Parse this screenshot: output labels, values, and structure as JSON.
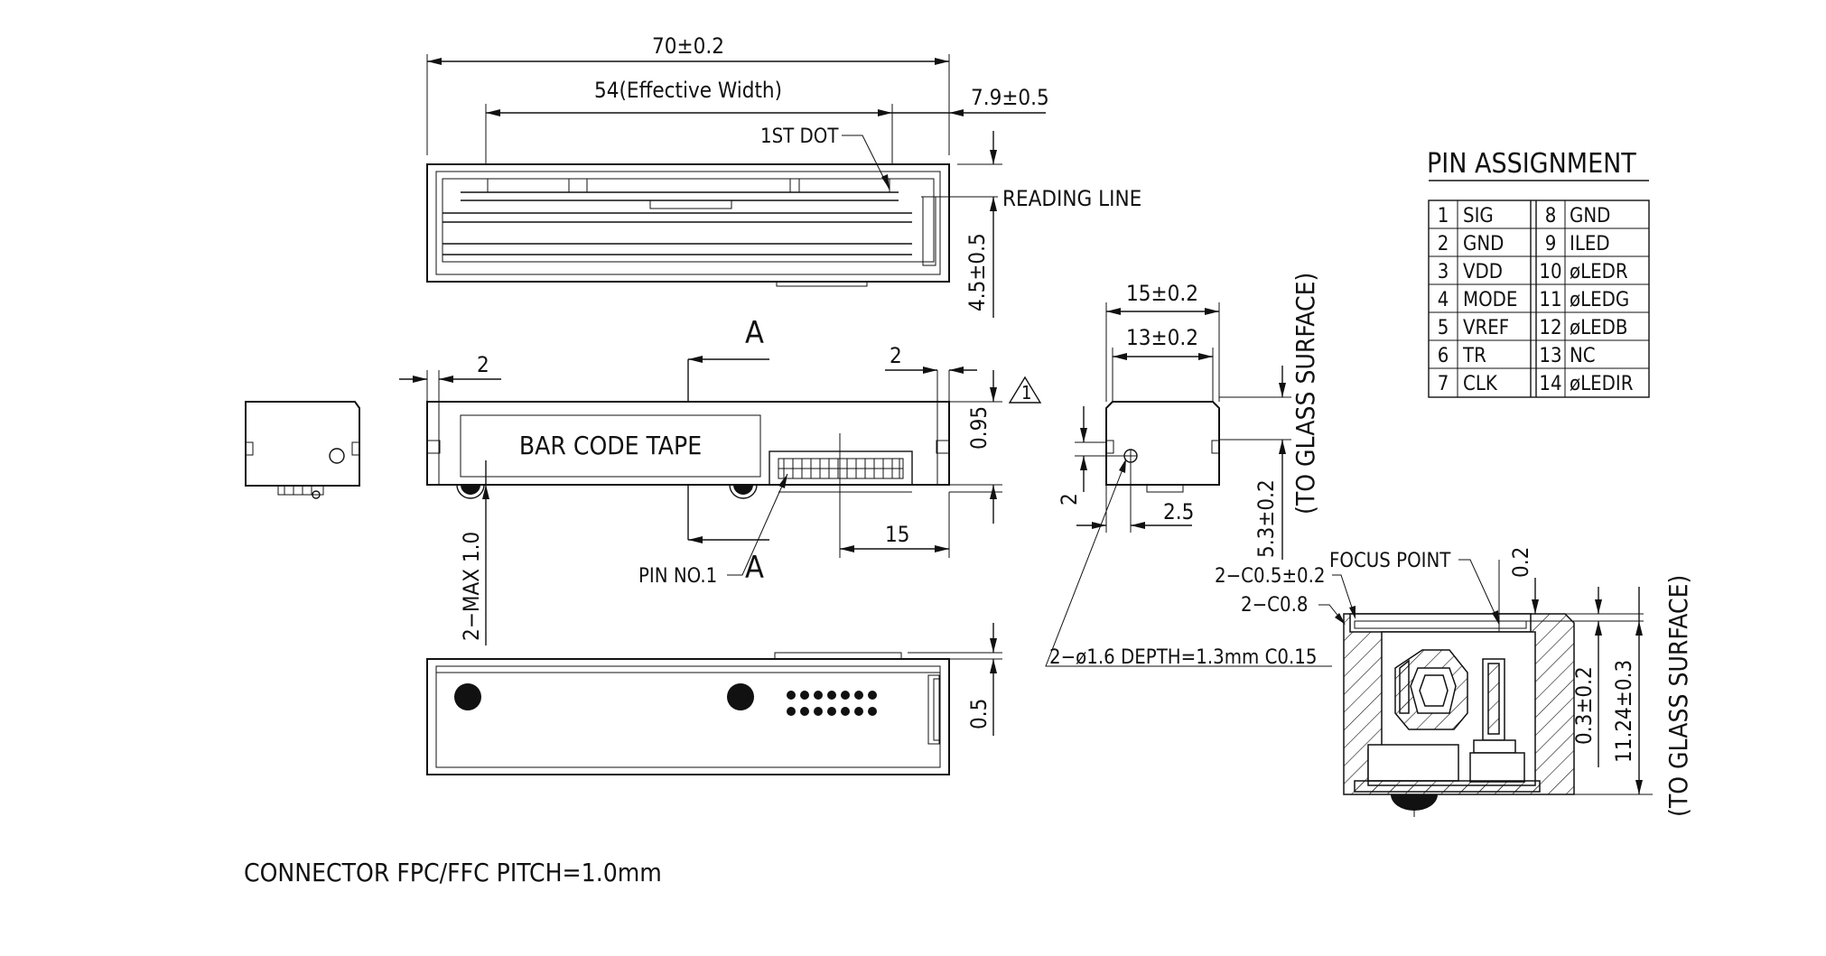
{
  "dimensions": {
    "overall_width": "70±0.2",
    "effective_width": "54(Effective Width)",
    "side_offset": "7.9±0.5",
    "height_top": "4.5±0.5",
    "left_margin": "2",
    "right_margin": "2",
    "h_095": "0.95",
    "d_15": "15",
    "max_protrusion": "2−MAX 1.0",
    "bottom_05": "0.5",
    "side_15": "15±0.2",
    "side_13": "13±0.2",
    "side_2": "2",
    "side_25": "2.5",
    "side_53": "5.3±0.2",
    "sec_02": "0.2",
    "sec_03": "0.3±0.2",
    "sec_1124": "11.24±0.3"
  },
  "labels": {
    "first_dot": "1ST DOT",
    "reading_line": "READING LINE",
    "section_a_top": "A",
    "section_a_bottom": "A",
    "bar_code_tape": "BAR CODE TAPE",
    "pin_no1": "PIN NO.1",
    "glass_surface_1": "(TO GLASS SURFACE)",
    "glass_surface_2": "(TO GLASS SURFACE)",
    "hole_note": "2−ø1.6 DEPTH=1.3mm C0.15",
    "focus_point": "FOCUS POINT",
    "chamfer_1": "2−C0.5±0.2",
    "chamfer_2": "2−C0.8",
    "warning_symbol": "1",
    "connector_note": "CONNECTOR FPC/FFC PITCH=1.0mm"
  },
  "pin_assignment": {
    "title": "PIN ASSIGNMENT",
    "left": [
      {
        "no": "1",
        "name": "SIG"
      },
      {
        "no": "2",
        "name": "GND"
      },
      {
        "no": "3",
        "name": "VDD"
      },
      {
        "no": "4",
        "name": "MODE"
      },
      {
        "no": "5",
        "name": "VREF"
      },
      {
        "no": "6",
        "name": "TR"
      },
      {
        "no": "7",
        "name": "CLK"
      }
    ],
    "right": [
      {
        "no": "8",
        "name": "GND"
      },
      {
        "no": "9",
        "name": "ILED"
      },
      {
        "no": "10",
        "name": "øLEDR"
      },
      {
        "no": "11",
        "name": "øLEDG"
      },
      {
        "no": "12",
        "name": "øLEDB"
      },
      {
        "no": "13",
        "name": "NC"
      },
      {
        "no": "14",
        "name": "øLEDIR"
      }
    ]
  }
}
